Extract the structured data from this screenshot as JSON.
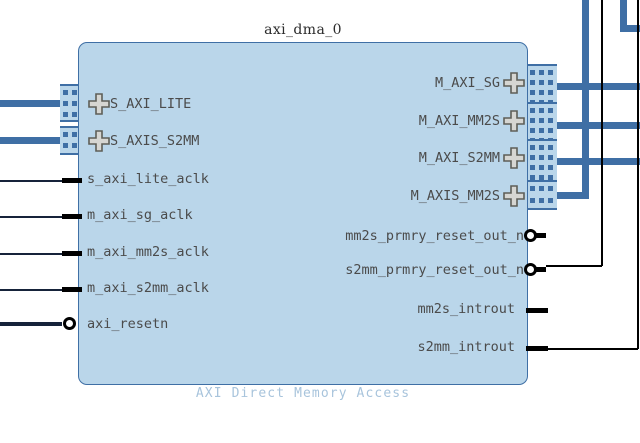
{
  "diagram": {
    "kind": "block-design-canvas",
    "background_color": "#ffffff"
  },
  "block": {
    "instance_name": "axi_dma_0",
    "ip_type_caption": "AXI Direct Memory Access",
    "fill_color": "#bad6ea",
    "border_color": "#3f6fa5",
    "caption_color": "#a8c4dc",
    "label_color": "#4b4b4b"
  },
  "left_bus_interfaces": [
    {
      "name": "S_AXI_LITE",
      "icon": "expand-plus-icon",
      "dot_columns": 2,
      "dot_rows": 3
    },
    {
      "name": "S_AXIS_S2MM",
      "icon": "expand-plus-icon",
      "dot_columns": 2,
      "dot_rows": 2
    }
  ],
  "left_pins": [
    {
      "name": "s_axi_lite_aclk",
      "style": "stub",
      "wire": "thin"
    },
    {
      "name": "m_axi_sg_aclk",
      "style": "stub",
      "wire": "thin"
    },
    {
      "name": "m_axi_mm2s_aclk",
      "style": "stub",
      "wire": "thin"
    },
    {
      "name": "m_axi_s2mm_aclk",
      "style": "stub",
      "wire": "thin"
    },
    {
      "name": "axi_resetn",
      "style": "bubble",
      "wire": "thick"
    }
  ],
  "right_bus_interfaces": [
    {
      "name": "M_AXI_SG",
      "icon": "expand-plus-icon",
      "dot_columns": 3,
      "dot_rows": 4
    },
    {
      "name": "M_AXI_MM2S",
      "icon": "expand-plus-icon",
      "dot_columns": 3,
      "dot_rows": 4
    },
    {
      "name": "M_AXI_S2MM",
      "icon": "expand-plus-icon",
      "dot_columns": 3,
      "dot_rows": 4
    },
    {
      "name": "M_AXIS_MM2S",
      "icon": "expand-plus-icon",
      "dot_columns": 2,
      "dot_rows": 2
    }
  ],
  "right_pins": [
    {
      "name": "mm2s_prmry_reset_out_n",
      "style": "bubble",
      "wire": "stub"
    },
    {
      "name": "s2mm_prmry_reset_out_n",
      "style": "bubble",
      "wire": "stub"
    },
    {
      "name": "mm2s_introut",
      "style": "stub",
      "wire": "thin"
    },
    {
      "name": "s2mm_introut",
      "style": "stub",
      "wire": "thin"
    }
  ],
  "wire_colors": {
    "bus": "#3f6fa5",
    "signal": "#16233a",
    "pin": "#000000"
  }
}
